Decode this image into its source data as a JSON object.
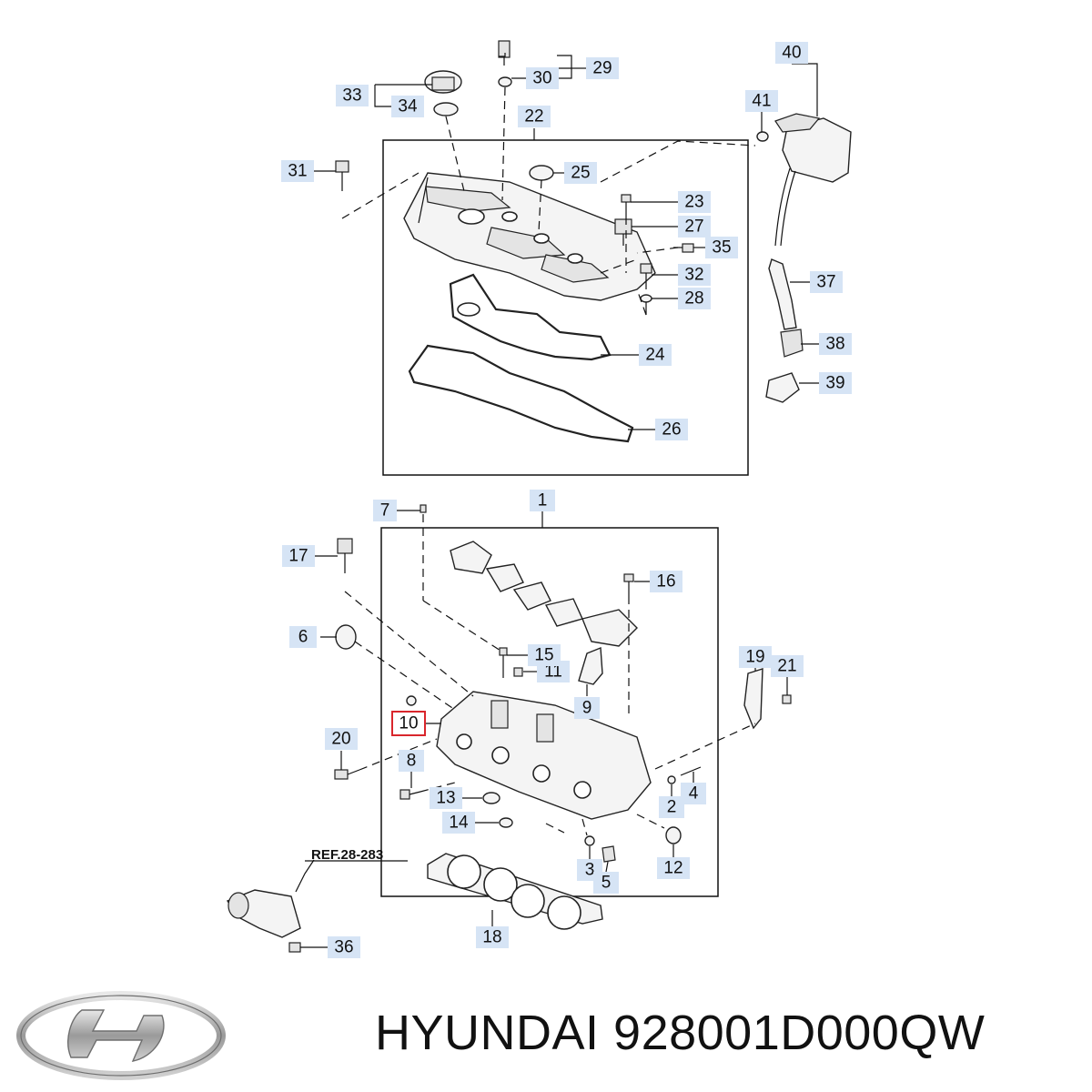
{
  "diagram": {
    "callouts": [
      "1",
      "2",
      "3",
      "4",
      "5",
      "6",
      "7",
      "8",
      "9",
      "10",
      "11",
      "12",
      "13",
      "14",
      "15",
      "16",
      "17",
      "18",
      "19",
      "20",
      "21",
      "22",
      "23",
      "24",
      "25",
      "26",
      "27",
      "28",
      "29",
      "30",
      "31",
      "32",
      "33",
      "34",
      "35",
      "36",
      "37",
      "38",
      "39",
      "40",
      "41"
    ],
    "highlighted_callout": "10",
    "reference_note": "REF.28-283"
  },
  "brand": {
    "manufacturer": "HYUNDAI",
    "part_number": "928001D000QW",
    "logo": "hyundai-logo"
  },
  "colors": {
    "callout_fill": "#d6e4f5",
    "highlight_border": "#d9262c",
    "line": "#111111"
  }
}
